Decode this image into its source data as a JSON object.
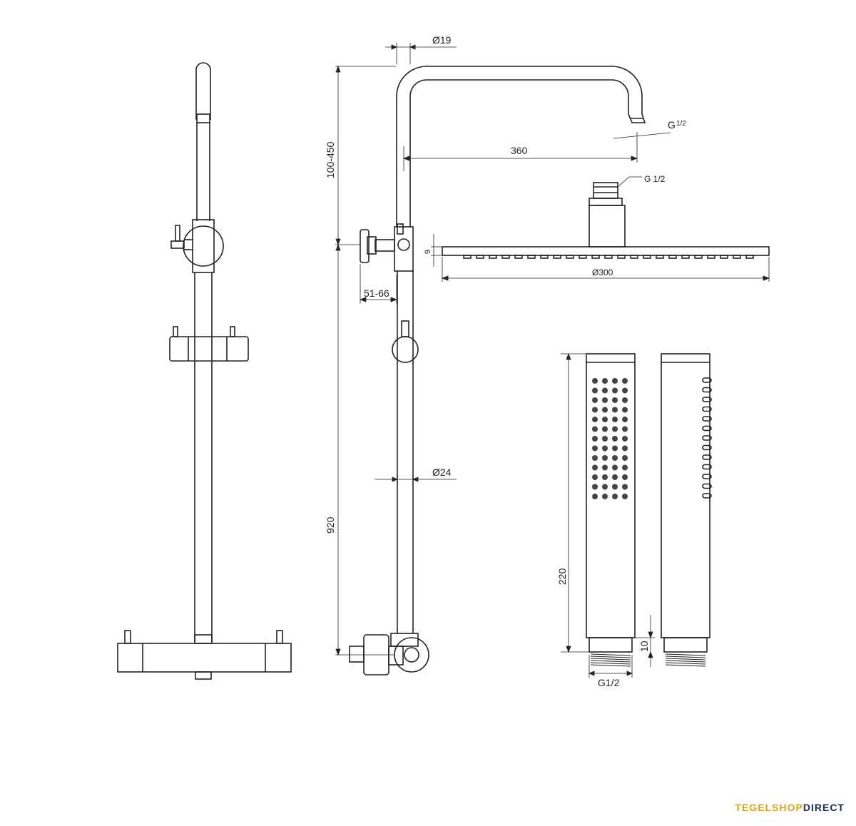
{
  "dimensions": {
    "pipe_diameter": "Ø19",
    "arm_reach": "360",
    "arm_thread": "G",
    "arm_thread_fraction": "1/2",
    "head_thread": "G 1/2",
    "head_thickness": "9",
    "head_diameter": "Ø300",
    "height_adjust": "100-450",
    "wall_offset": "51-66",
    "rail_diameter": "Ø24",
    "column_height": "920",
    "hand_shower_length": "220",
    "hand_shower_thread_length": "10",
    "hand_shower_thread": "G1/2"
  },
  "brand": {
    "part1": "TEGELSHOP",
    "part2": "DIRECT",
    "accent_color": "#d6a21e",
    "dark_color": "#1b2a4a"
  }
}
